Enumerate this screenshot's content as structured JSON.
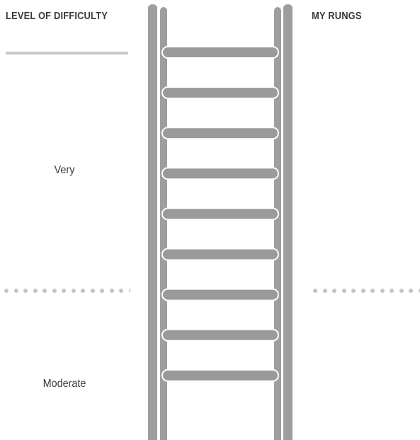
{
  "left_column": {
    "header": "LEVEL OF DIFFICULTY",
    "levels": [
      "Very",
      "Moderate"
    ]
  },
  "right_column": {
    "header": "MY RUNGS"
  },
  "ladder": {
    "rung_count": 9,
    "color": "#9e9e9e",
    "rung_color": "#9a9a9a"
  },
  "colors": {
    "text": "#3a3a3a",
    "divider_rule": "#c8c8c8",
    "dots": "#c4c4c4",
    "background": "#ffffff"
  }
}
